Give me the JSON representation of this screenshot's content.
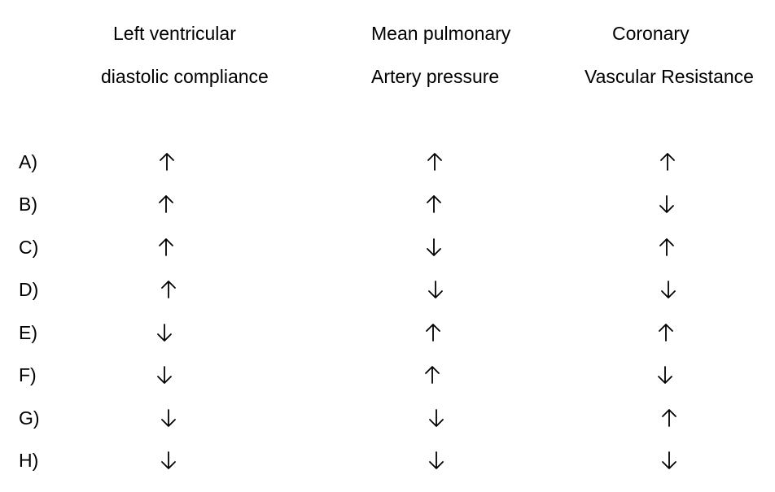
{
  "columns": [
    {
      "line1": "Left ventricular",
      "line2": "diastolic compliance"
    },
    {
      "line1": "Mean pulmonary",
      "line2": "Artery pressure"
    },
    {
      "line1": "Coronary",
      "line2": "Vascular Resistance"
    }
  ],
  "rows": [
    {
      "label": "A)",
      "values": [
        "up",
        "up",
        "up"
      ]
    },
    {
      "label": "B)",
      "values": [
        "up",
        "up",
        "down"
      ]
    },
    {
      "label": "C)",
      "values": [
        "up",
        "down",
        "up"
      ]
    },
    {
      "label": "D)",
      "values": [
        "up",
        "down",
        "down"
      ]
    },
    {
      "label": "E)",
      "values": [
        "down",
        "up",
        "up"
      ]
    },
    {
      "label": "F)",
      "values": [
        "down",
        "up",
        "down"
      ]
    },
    {
      "label": "G)",
      "values": [
        "down",
        "down",
        "up"
      ]
    },
    {
      "label": "H)",
      "values": [
        "down",
        "down",
        "down"
      ]
    }
  ]
}
